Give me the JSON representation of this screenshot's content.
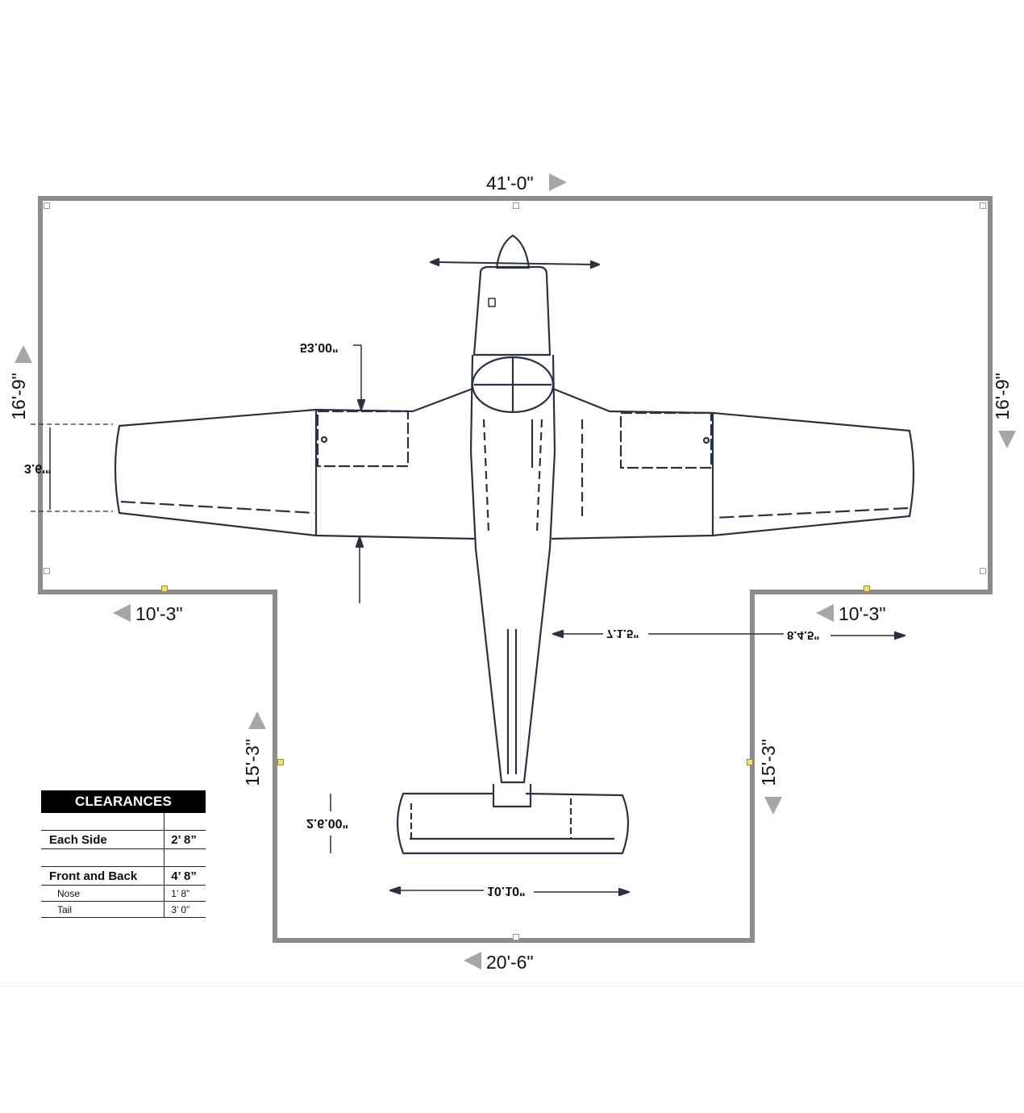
{
  "footprint": {
    "top_width": "41'-0\"",
    "left_height": "16'-9\"",
    "right_height": "16'-9\"",
    "left_step": "10'-3\"",
    "right_step": "10'-3\"",
    "tail_left_height": "15'-3\"",
    "tail_right_height": "15'-3\"",
    "bottom_width": "20'-6\"",
    "outline_color": "#8c8c8c",
    "arrow_color": "#a6a6a6"
  },
  "drawing_labels": {
    "wing_dim": "53.00\"",
    "chord_dim": "3.6'\"",
    "stab_dim": "10.10\"",
    "elev_dim": "2.6.00\"",
    "gap_a": "7.1.5\"",
    "gap_b": "8.4.5\""
  },
  "clearances": {
    "title": "CLEARANCES",
    "rows": [
      {
        "label": "Each Side",
        "value": "2’ 8”"
      },
      {
        "label": "Front and Back",
        "value": "4’ 8”"
      },
      {
        "label": "Nose",
        "value": "1’ 8”"
      },
      {
        "label": "Tail",
        "value": "3’ 0”"
      }
    ]
  }
}
